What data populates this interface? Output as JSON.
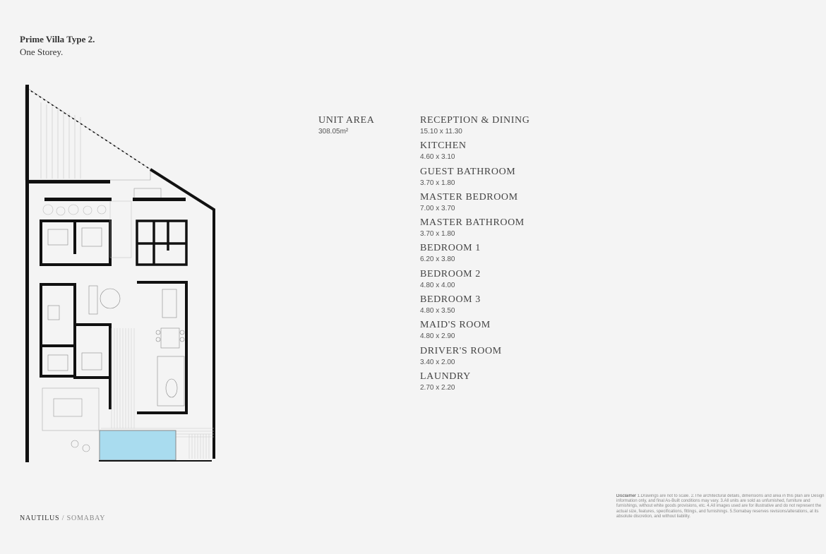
{
  "header": {
    "title": "Prime Villa Type 2.",
    "subtitle": "One Storey."
  },
  "unit": {
    "label": "UNIT AREA",
    "value": "308.05m²"
  },
  "rooms": [
    {
      "name": "RECEPTION & DINING",
      "size": "15.10 x 11.30"
    },
    {
      "name": "KITCHEN",
      "size": "4.60 x 3.10"
    },
    {
      "name": "GUEST BATHROOM",
      "size": "3.70 x 1.80"
    },
    {
      "name": "MASTER BEDROOM",
      "size": "7.00 x 3.70"
    },
    {
      "name": "MASTER BATHROOM",
      "size": "3.70 x 1.80"
    },
    {
      "name": "BEDROOM 1",
      "size": "6.20 x 3.80"
    },
    {
      "name": "BEDROOM 2",
      "size": "4.80 x 4.00"
    },
    {
      "name": "BEDROOM 3",
      "size": "4.80 x 3.50"
    },
    {
      "name": "MAID'S ROOM",
      "size": "4.80 x 2.90"
    },
    {
      "name": "DRIVER'S ROOM",
      "size": "3.40 x 2.00"
    },
    {
      "name": "LAUNDRY",
      "size": "2.70 x 2.20"
    }
  ],
  "footer": {
    "brand": "NAUTILUS",
    "separator": " / ",
    "location": "SOMABAY"
  },
  "disclaimer": {
    "label": "Disclaimer",
    "text": " 1.Drawings are not to scale. 2.The architectural details, dimensions and area in this plan are Design information only, and final As-Built conditions may vary. 3.All units are sold as unfurnished, furniture and furnishings, without white goods provisions, etc. 4.All images used are for illustrative and do not represent the actual size, features, specifications, fittings, and furnishings. 5.Somabay reserves revisions/alterations, at its absolute discretion, and without liability."
  },
  "colors": {
    "background": "#f4f4f4",
    "wall": "#111111",
    "pool": "#a9dcef",
    "deck": "#cfcfcf"
  }
}
